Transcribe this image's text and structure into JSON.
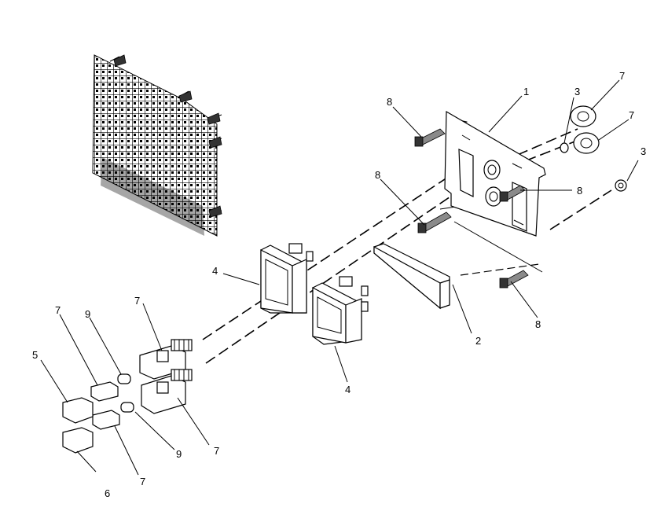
{
  "callouts": {
    "c1": "1",
    "c2": "2",
    "c3a": "3",
    "c3b": "3",
    "c4a": "4",
    "c4b": "4",
    "c5": "5",
    "c6": "6",
    "c7a": "7",
    "c7b": "7",
    "c7c": "7",
    "c7d": "7",
    "c7e": "7",
    "c7f": "7",
    "c8a": "8",
    "c8b": "8",
    "c8c": "8",
    "c8d": "8",
    "c9a": "9",
    "c9b": "9"
  }
}
